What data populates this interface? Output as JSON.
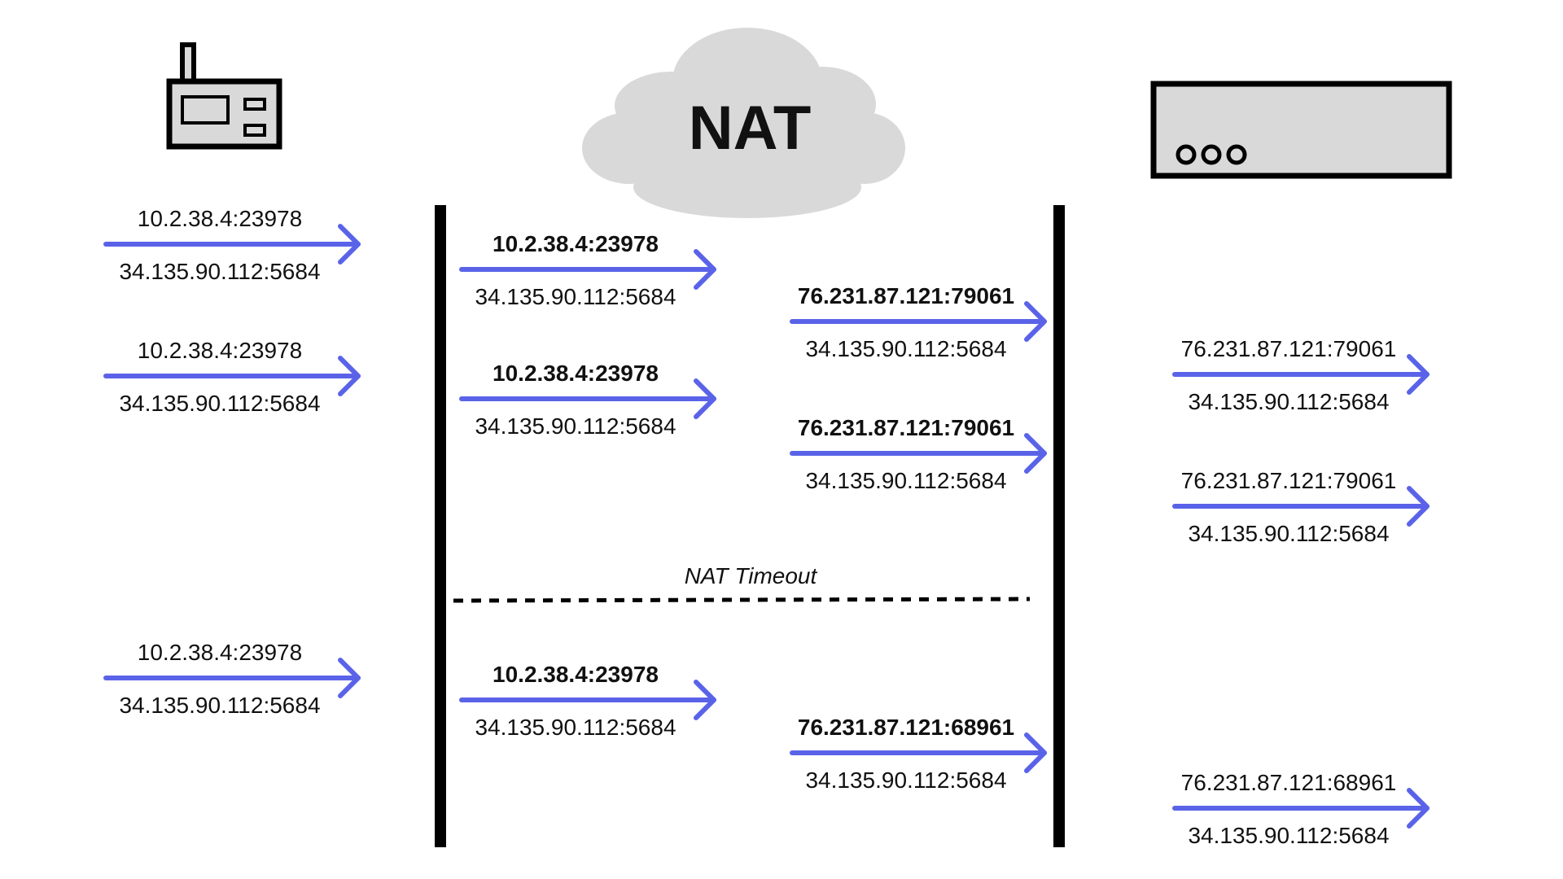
{
  "colors": {
    "arrow": "#5a63e8",
    "normal_text": "#111111",
    "mapped": "#f2b422",
    "new_mapping": "#ef5561",
    "cloud": "#d9d9d9",
    "server_fill": "#d9d9d9",
    "line": "#000000"
  },
  "icons": {
    "device": "radio-device-icon",
    "nat": "cloud-icon",
    "server": "server-icon"
  },
  "nat_label": "NAT",
  "timeout_label": "NAT Timeout",
  "messages": [
    {
      "lane": "device",
      "src": "10.2.38.4:23978",
      "dst": "34.135.90.112:5684",
      "src_style": "normal"
    },
    {
      "lane": "nat-in",
      "src": "10.2.38.4:23978",
      "dst": "34.135.90.112:5684",
      "src_style": "mapped"
    },
    {
      "lane": "nat-out",
      "src": "76.231.87.121:79061",
      "dst": "34.135.90.112:5684",
      "src_style": "mapped"
    },
    {
      "lane": "device",
      "src": "10.2.38.4:23978",
      "dst": "34.135.90.112:5684",
      "src_style": "normal"
    },
    {
      "lane": "server",
      "src": "76.231.87.121:79061",
      "dst": "34.135.90.112:5684",
      "src_style": "normal"
    },
    {
      "lane": "nat-in",
      "src": "10.2.38.4:23978",
      "dst": "34.135.90.112:5684",
      "src_style": "mapped"
    },
    {
      "lane": "nat-out",
      "src": "76.231.87.121:79061",
      "dst": "34.135.90.112:5684",
      "src_style": "mapped"
    },
    {
      "lane": "server",
      "src": "76.231.87.121:79061",
      "dst": "34.135.90.112:5684",
      "src_style": "normal"
    },
    {
      "lane": "device",
      "src": "10.2.38.4:23978",
      "dst": "34.135.90.112:5684",
      "src_style": "normal"
    },
    {
      "lane": "nat-in",
      "src": "10.2.38.4:23978",
      "dst": "34.135.90.112:5684",
      "src_style": "new_mapping"
    },
    {
      "lane": "nat-out",
      "src": "76.231.87.121:68961",
      "dst": "34.135.90.112:5684",
      "src_style": "new_mapping"
    },
    {
      "lane": "server",
      "src": "76.231.87.121:68961",
      "dst": "34.135.90.112:5684",
      "src_style": "normal"
    }
  ]
}
